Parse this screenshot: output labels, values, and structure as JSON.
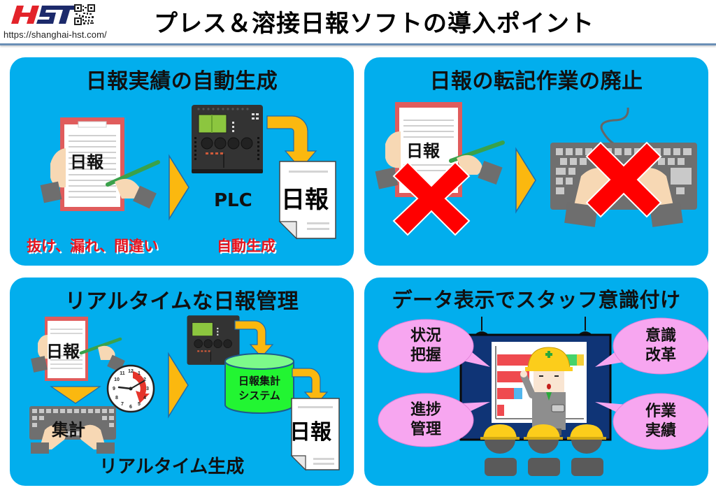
{
  "header": {
    "logo_text": "HST",
    "url": "https://shanghai-hst.com/",
    "title": "プレス＆溶接日報ソフトの導入ポイント"
  },
  "colors": {
    "panel_bg": "#02aeed",
    "arrow_yellow": "#fbb80f",
    "cross_red": "#ff0000",
    "caption_red": "#e8141e",
    "bubble_pink": "#f7a6f0",
    "cylinder_green": "#22f532",
    "screen_navy": "#0f3476",
    "rule_blue": "#6a8fb6"
  },
  "panels": [
    {
      "title": "日報実績の自動生成",
      "clipboard_label": "日報",
      "device_label": "PLC",
      "report_label": "日報",
      "caption_left": "抜け、漏れ、間違い",
      "caption_right": "自動生成",
      "icons": [
        "clipboard-writing-icon",
        "arrow-right-icon",
        "plc-device-icon",
        "curved-arrow-icon",
        "report-document-icon"
      ]
    },
    {
      "title": "日報の転記作業の廃止",
      "clipboard_label": "日報",
      "icons": [
        "clipboard-writing-icon",
        "red-cross-icon",
        "arrow-right-icon",
        "keyboard-typing-icon",
        "red-cross-icon"
      ]
    },
    {
      "title": "リアルタイムな日報管理",
      "clipboard_label": "日報",
      "keyboard_label": "集計",
      "system_label_line1": "日報集計",
      "system_label_line2": "システム",
      "report_label": "日報",
      "caption": "リアルタイム生成",
      "clock_numbers": [
        "12",
        "1",
        "2",
        "3",
        "4",
        "5",
        "6",
        "7",
        "8",
        "9",
        "10",
        "11"
      ],
      "icons": [
        "clipboard-writing-icon",
        "arrow-down-icon",
        "keyboard-typing-icon",
        "clock-icon",
        "arrow-right-icon",
        "plc-device-icon",
        "database-cylinder-icon",
        "report-document-icon"
      ]
    },
    {
      "title": "データ表示でスタッフ意識付け",
      "bubbles": [
        {
          "line1": "状況",
          "line2": "把握"
        },
        {
          "line1": "意識",
          "line2": "改革"
        },
        {
          "line1": "進捗",
          "line2": "管理"
        },
        {
          "line1": "作業",
          "line2": "実績"
        }
      ],
      "icons": [
        "presentation-board-icon",
        "bar-chart-icon",
        "supervisor-icon",
        "worker-helmet-icon"
      ]
    }
  ]
}
